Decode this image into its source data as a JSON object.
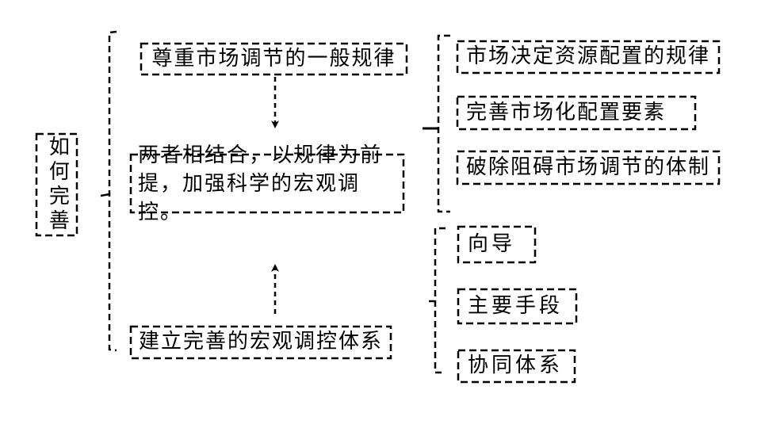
{
  "page": {
    "background": "#ffffff",
    "stroke_color": "#000000"
  },
  "root_box": {
    "label": "如何完善"
  },
  "flow": {
    "top_box": "尊重市场调节的一般规律",
    "center_box": "两者相结合，以规律为前\n提，加强科学的宏观调控。",
    "bottom_box": "建立完善的宏观调控体系"
  },
  "market_group": {
    "items": [
      {
        "label": "市场决定资源配置的规律"
      },
      {
        "label": "完善市场化配置要素"
      },
      {
        "label": "破除阻碍市场调节的体制"
      }
    ]
  },
  "macro_group": {
    "items": [
      {
        "label": "向导"
      },
      {
        "label": "主要手段"
      },
      {
        "label": "协同体系"
      }
    ]
  },
  "icons": {
    "down_arrow": "dashed-arrow-down",
    "up_arrow": "dashed-arrow-up",
    "left_bracket": "dashed-square-bracket",
    "right_top_bracket": "dashed-square-bracket",
    "right_bottom_bracket": "dashed-square-bracket"
  }
}
